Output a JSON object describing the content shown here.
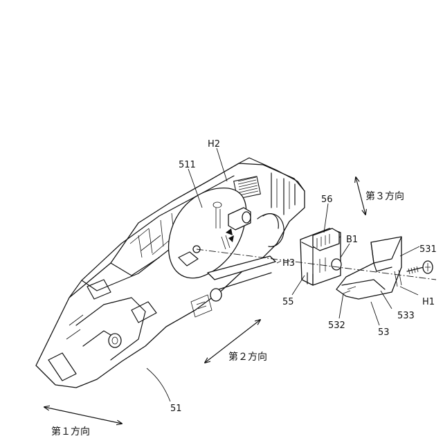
{
  "figure": {
    "labels": {
      "H2": "H2",
      "L511": "511",
      "L56": "56",
      "B1": "B1",
      "L531": "531",
      "H3": "H3",
      "L55": "55",
      "H1": "H1",
      "L532": "532",
      "L533": "533",
      "L53": "53",
      "L51": "51"
    },
    "directions": {
      "first": "第１方向",
      "second": "第２方向",
      "third": "第３方向"
    }
  }
}
